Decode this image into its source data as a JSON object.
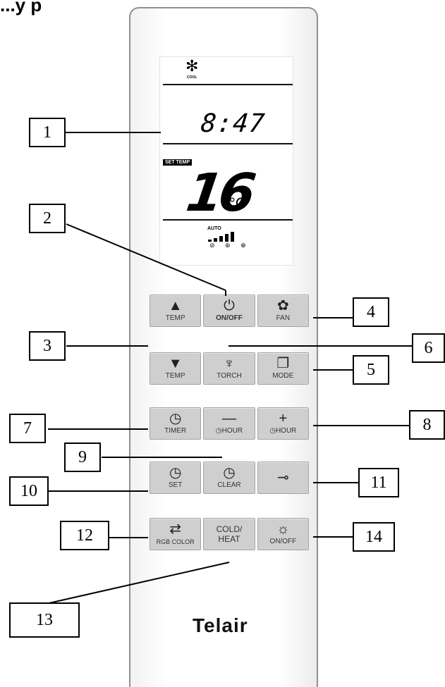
{
  "heading": "...y p",
  "lcd": {
    "mode_label": "COOL",
    "time": "8:47",
    "set_temp_label": "SET TEMP",
    "temp_value": "16",
    "temp_unit": "°C",
    "fan_label": "AUTO"
  },
  "buttons": {
    "row1": [
      {
        "icon": "▲",
        "label": "TEMP"
      },
      {
        "icon": "⏻",
        "label": "ON/OFF"
      },
      {
        "icon": "✿",
        "label": "FAN"
      }
    ],
    "row2": [
      {
        "icon": "▼",
        "label": "TEMP"
      },
      {
        "icon": "♆",
        "label": "TORCH"
      },
      {
        "icon": "❐",
        "label": "MODE"
      }
    ],
    "row3": [
      {
        "icon": "◷",
        "label": "TIMER"
      },
      {
        "icon": "—",
        "label": "◷HOUR"
      },
      {
        "icon": "+",
        "label": "◷HOUR"
      }
    ],
    "row4": [
      {
        "icon": "◷",
        "label": "SET"
      },
      {
        "icon": "◷",
        "label": "CLEAR"
      },
      {
        "icon": "⊸",
        "label": ""
      }
    ],
    "row5": [
      {
        "icon": "⇄",
        "label": "RGB COLOR"
      },
      {
        "text_line1": "COLD/",
        "text_line2": "HEAT"
      },
      {
        "icon": "☼",
        "label": "ON/OFF"
      }
    ]
  },
  "brand": "Telair",
  "callouts": [
    "1",
    "2",
    "3",
    "4",
    "5",
    "6",
    "7",
    "8",
    "9",
    "10",
    "11",
    "12",
    "13",
    "14"
  ]
}
